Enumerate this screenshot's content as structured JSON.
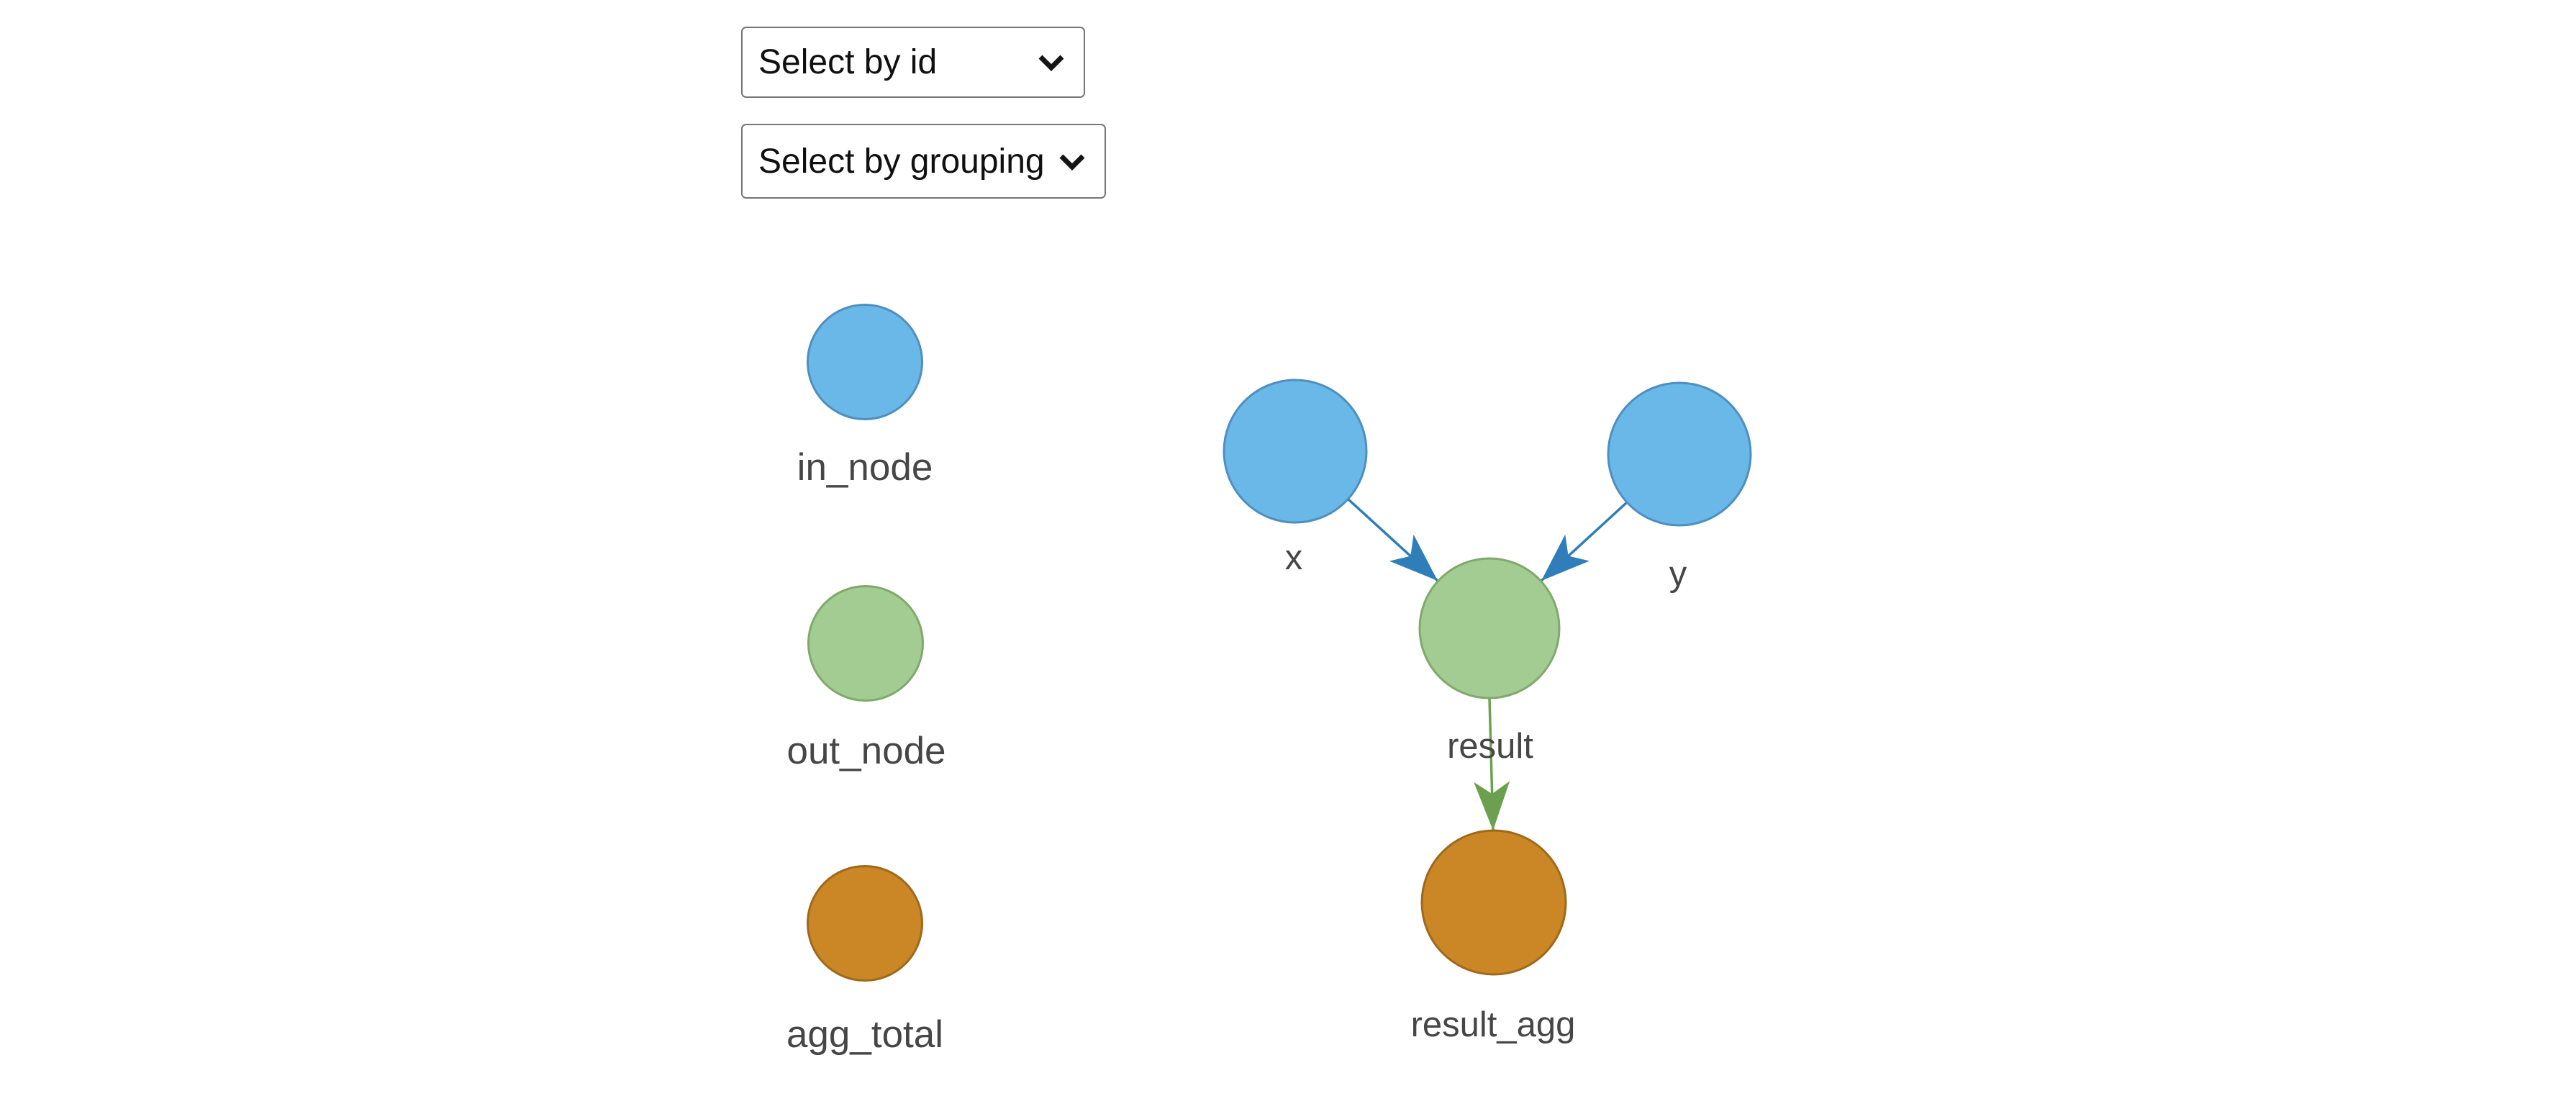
{
  "controls": {
    "select_by_id": {
      "value": "Select by id",
      "icon": "chevron-down"
    },
    "select_by_grouping": {
      "value": "Select by grouping",
      "icon": "chevron-down"
    }
  },
  "legend": {
    "items": [
      {
        "label": "in_node",
        "color": "#6ab8e8"
      },
      {
        "label": "out_node",
        "color": "#a2cc92"
      },
      {
        "label": "agg_total",
        "color": "#cb8625"
      }
    ]
  },
  "graph": {
    "nodes": [
      {
        "id": "x",
        "label": "x",
        "type": "in_node"
      },
      {
        "id": "y",
        "label": "y",
        "type": "in_node"
      },
      {
        "id": "result",
        "label": "result",
        "type": "out_node"
      },
      {
        "id": "result_agg",
        "label": "result_agg",
        "type": "agg_total"
      }
    ],
    "edges": [
      {
        "from": "x",
        "to": "result"
      },
      {
        "from": "y",
        "to": "result"
      },
      {
        "from": "result",
        "to": "result_agg"
      }
    ]
  },
  "colors": {
    "node-blue": "#6ab8e8",
    "node-blue-stroke": "#4e8fc0",
    "node-green": "#a2cc92",
    "node-green-stroke": "#82a86c",
    "node-orange": "#cb8625",
    "node-orange-stroke": "#9e691d",
    "edge-blue": "#2f7db9",
    "edge-green": "#6ba14e",
    "label-text": "#464646",
    "select-border": "#767676",
    "select-text": "#101010"
  }
}
